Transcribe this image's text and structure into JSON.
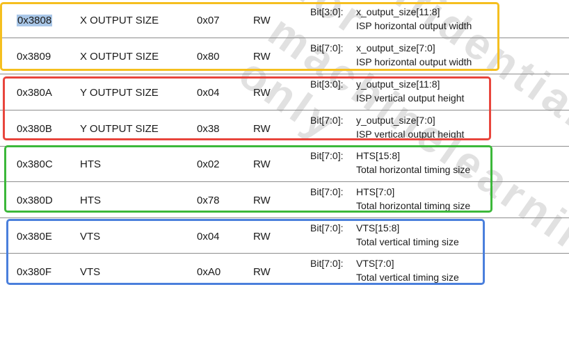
{
  "rows": [
    {
      "address": "0x3808",
      "name": "X OUTPUT SIZE",
      "default": "0x07",
      "rw": "RW",
      "bits": "Bit[3:0]:",
      "field": "x_output_size[11:8]",
      "desc": "ISP horizontal output width"
    },
    {
      "address": "0x3809",
      "name": "X OUTPUT SIZE",
      "default": "0x80",
      "rw": "RW",
      "bits": "Bit[7:0]:",
      "field": "x_output_size[7:0]",
      "desc": "ISP horizontal output width"
    },
    {
      "address": "0x380A",
      "name": "Y OUTPUT SIZE",
      "default": "0x04",
      "rw": "RW",
      "bits": "Bit[3:0]:",
      "field": "y_output_size[11:8]",
      "desc": "ISP vertical output height"
    },
    {
      "address": "0x380B",
      "name": "Y OUTPUT SIZE",
      "default": "0x38",
      "rw": "RW",
      "bits": "Bit[7:0]:",
      "field": "y_output_size[7:0]",
      "desc": "ISP vertical output height"
    },
    {
      "address": "0x380C",
      "name": "HTS",
      "default": "0x02",
      "rw": "RW",
      "bits": "Bit[7:0]:",
      "field": "HTS[15:8]",
      "desc": "Total horizontal timing size"
    },
    {
      "address": "0x380D",
      "name": "HTS",
      "default": "0x78",
      "rw": "RW",
      "bits": "Bit[7:0]:",
      "field": "HTS[7:0]",
      "desc": "Total horizontal timing size"
    },
    {
      "address": "0x380E",
      "name": "VTS",
      "default": "0x04",
      "rw": "RW",
      "bits": "Bit[7:0]:",
      "field": "VTS[15:8]",
      "desc": "Total vertical timing size"
    },
    {
      "address": "0x380F",
      "name": "VTS",
      "default": "0xA0",
      "rw": "RW",
      "bits": "Bit[7:0]:",
      "field": "VTS[7:0]",
      "desc": "Total vertical timing size"
    }
  ],
  "highlighted_address": "0x3808",
  "watermark": "Confidential for machinelearning only",
  "box_colors": {
    "x": "#f5bf1f",
    "y": "#e8453c",
    "hts": "#3cb83a",
    "vts": "#4a7fdc"
  }
}
